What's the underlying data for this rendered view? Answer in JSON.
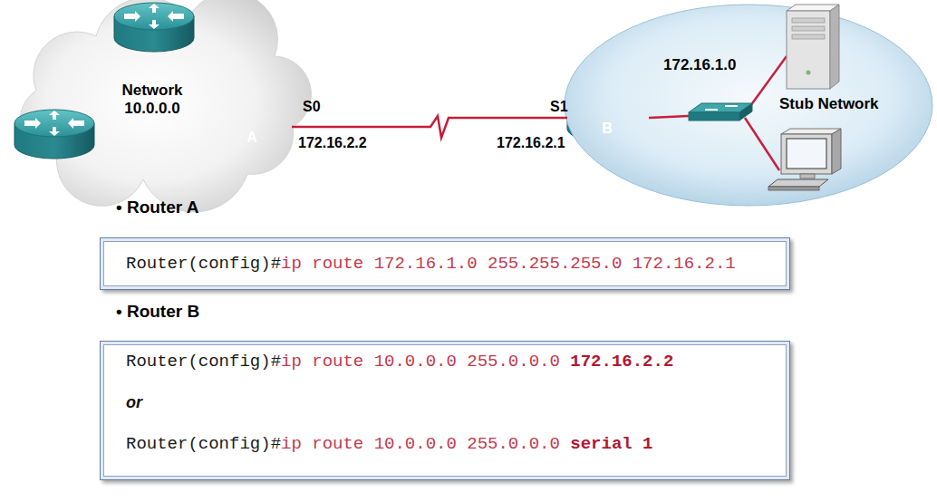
{
  "diagram": {
    "nodes": [
      {
        "text": [
          "Network 10.0.0.0"
        ]
      },
      {
        "text": [
          "A"
        ],
        "in": 0
      },
      {
        "text": [
          "172.16.1.0",
          "Stub Network"
        ]
      },
      {
        "text": [
          "B"
        ],
        "in": 2
      },
      {
        "text": [
          "Router(config)#",
          "ip route 172.16.1.0 255.255.255.0 172.16.2.1"
        ]
      },
      {
        "text": [
          "Router(config)#",
          "ip route 10.0.0.0 255.0.0.0",
          "172.16.2.2",
          "or",
          "Router(config)#",
          "ip route 10.0.0.0 255.0.0.0",
          "serial 1"
        ]
      }
    ],
    "edges": [
      {
        "from": 1,
        "to": 3,
        "arrow": "none"
      }
    ],
    "labels": [
      "S0",
      "172.16.2.2",
      "S1",
      "172.16.2.1",
      "• Router A",
      "• Router B"
    ]
  }
}
